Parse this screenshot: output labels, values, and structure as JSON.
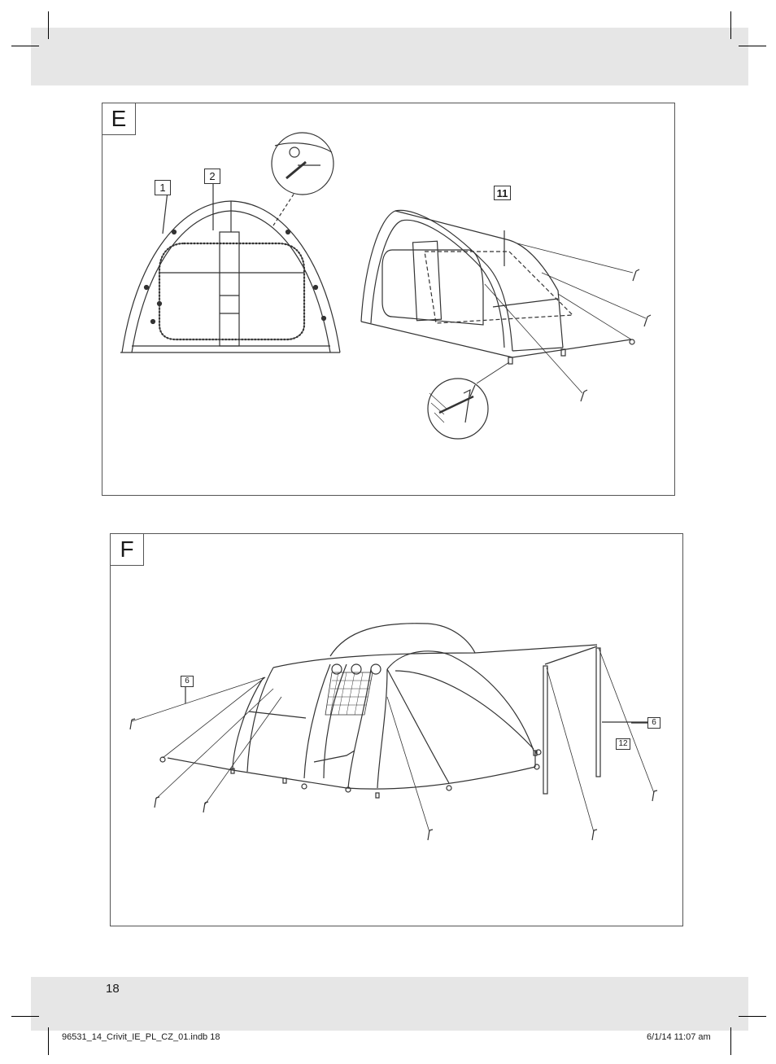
{
  "panel_e": {
    "label": "E",
    "callouts": [
      "1",
      "2",
      "11"
    ]
  },
  "panel_f": {
    "label": "F",
    "callouts": [
      "6",
      "6",
      "12"
    ]
  },
  "page_number": "18",
  "footer": {
    "file": "96531_14_Crivit_IE_PL_CZ_01.indb   18",
    "timestamp": "6/1/14   11:07 am"
  }
}
